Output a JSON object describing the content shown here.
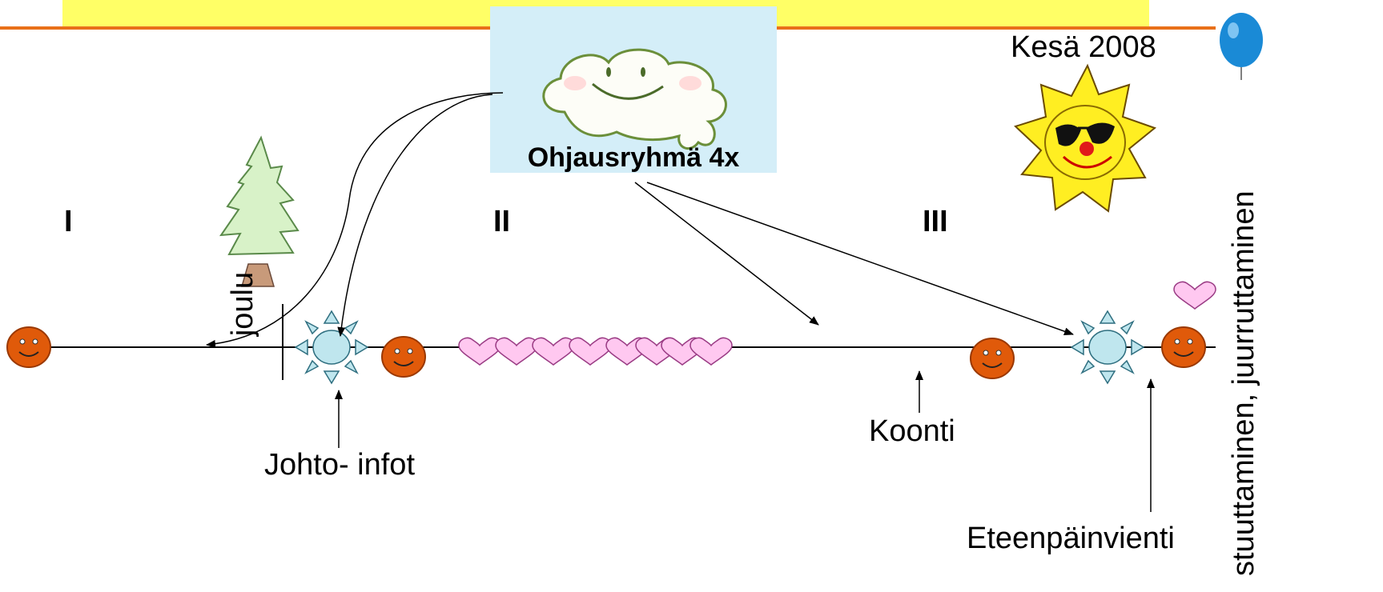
{
  "labels": {
    "season": "Kesä 2008",
    "steering_group": "Ohjausryhmä 4x",
    "phase_1": "I",
    "phase_2": "II",
    "phase_3": "III",
    "christmas": "joulu",
    "management_infos": "Johto- infot",
    "compilation": "Koonti",
    "advancement": "Eteenpäinvienti",
    "side_text": "stuuttaminen, juurruttaminen"
  },
  "colors": {
    "header_bar": "#ffff66",
    "accent_line": "#e8701a",
    "cloud_bg": "#d4eef8",
    "smiley": "#e05a0a",
    "heart": "#ffc8f0",
    "sun_burst": "#bfe6ee",
    "balloon": "#1a8ad6"
  },
  "icons": [
    "cloud-icon",
    "sun-icon",
    "tree-icon",
    "smiley-icon",
    "heart-icon",
    "sunburst-icon",
    "balloon-icon"
  ]
}
